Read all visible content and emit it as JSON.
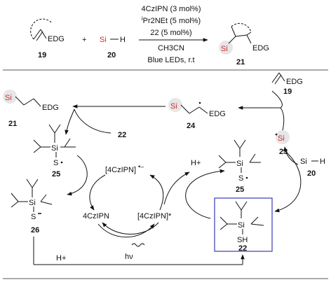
{
  "colors": {
    "silicon": "#d42a2a",
    "catalyst_box": "#3a3ab8",
    "highlight": "#e6e6e6",
    "ink": "#111111"
  },
  "reaction": {
    "conditions": [
      "4CzIPN (3 mol%)",
      "Pr2NEt (5 mol%)",
      "22 (5 mol%)"
    ],
    "conditions_ipr_prefix": "i",
    "solvent": "CH3CN",
    "light": "Blue LEDs, r.t",
    "alkene_label": "19",
    "silane_label": "20",
    "product_label": "21",
    "plus": "+",
    "edg": "EDG",
    "si": "Si",
    "h": "H"
  },
  "mechanism": {
    "product_label": "21",
    "alkene_label": "19",
    "radical_adduct_label": "24",
    "silyl_radical_label": "23",
    "silane_label": "20",
    "thiol_catalyst_label": "22",
    "thiol_label_top": "22",
    "thiyl_radical_label_left": "25",
    "thiyl_radical_label_right": "25",
    "thiolate_label": "26",
    "photocat_radical_anion": "[4CzIPN]",
    "photocat_ground": "4CzIPN",
    "photocat_excited": "[4CzIPN]*",
    "light": "hν",
    "proton_top": "H+",
    "proton_bottom": "H+",
    "si": "Si",
    "s": "S",
    "sh": "SH",
    "edg": "EDG",
    "h": "H"
  },
  "icons": [
    "radical-dot",
    "anion-minus",
    "reaction-arrow",
    "cycle-arrow",
    "wavy-light-arrow"
  ]
}
